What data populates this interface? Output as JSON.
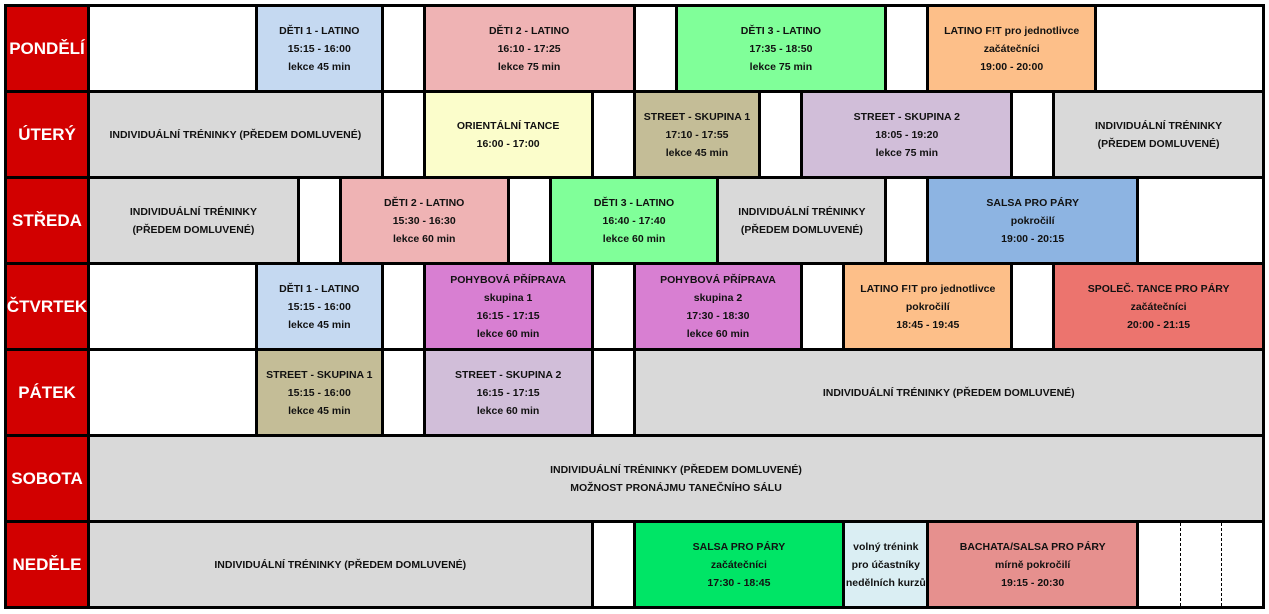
{
  "days": [
    {
      "name": "PONDĚLÍ",
      "cells": [
        {
          "lines": [
            "DĚTI 1 - LATINO",
            "15:15 - 16:00",
            "lekce 45 min"
          ],
          "color": "#c5d9f1"
        },
        {
          "lines": [
            "DĚTI 2 - LATINO",
            "16:10 - 17:25",
            "lekce 75 min"
          ],
          "color": "#efb3b4"
        },
        {
          "lines": [
            "DĚTI 3 - LATINO",
            "17:35 - 18:50",
            "lekce 75 min"
          ],
          "color": "#80ff99"
        },
        {
          "lines": [
            "LATINO F!T pro jednotlivce",
            "začátečníci",
            "19:00 - 20:00"
          ],
          "color": "#fdbf89"
        }
      ]
    },
    {
      "name": "ÚTERÝ",
      "cells": [
        {
          "lines": [
            "INDIVIDUÁLNÍ TRÉNINKY (PŘEDEM DOMLUVENÉ)"
          ],
          "color": "#d9d9d9"
        },
        {
          "lines": [
            "ORIENTÁLNÍ TANCE",
            "16:00 - 17:00"
          ],
          "color": "#fbfdcb"
        },
        {
          "lines": [
            "STREET - SKUPINA 1",
            "17:10 - 17:55",
            "lekce 45 min"
          ],
          "color": "#c4bd97"
        },
        {
          "lines": [
            "STREET - SKUPINA 2",
            "18:05 - 19:20",
            "lekce 75 min"
          ],
          "color": "#d1bed9"
        },
        {
          "lines": [
            "INDIVIDUÁLNÍ TRÉNINKY",
            "(PŘEDEM DOMLUVENÉ)"
          ],
          "color": "#d9d9d9"
        }
      ]
    },
    {
      "name": "STŘEDA",
      "cells": [
        {
          "lines": [
            "INDIVIDUÁLNÍ TRÉNINKY",
            "(PŘEDEM DOMLUVENÉ)"
          ],
          "color": "#d9d9d9"
        },
        {
          "lines": [
            "DĚTI 2 - LATINO",
            "15:30 - 16:30",
            "lekce 60 min"
          ],
          "color": "#efb3b4"
        },
        {
          "lines": [
            "DĚTI 3 - LATINO",
            "16:40 - 17:40",
            "lekce 60 min"
          ],
          "color": "#80ff99"
        },
        {
          "lines": [
            "INDIVIDUÁLNÍ TRÉNINKY",
            "(PŘEDEM DOMLUVENÉ)"
          ],
          "color": "#d9d9d9"
        },
        {
          "lines": [
            "SALSA PRO PÁRY",
            "pokročilí",
            "19:00 - 20:15"
          ],
          "color": "#8db4e2"
        }
      ]
    },
    {
      "name": "ČTVRTEK",
      "cells": [
        {
          "lines": [
            "DĚTI 1 - LATINO",
            "15:15 - 16:00",
            "lekce 45 min"
          ],
          "color": "#c5d9f1"
        },
        {
          "lines": [
            "POHYBOVÁ PŘÍPRAVA",
            "skupina 1",
            "16:15 - 17:15",
            "lekce 60 min"
          ],
          "color": "#d87fd2"
        },
        {
          "lines": [
            "POHYBOVÁ PŘÍPRAVA",
            "skupina 2",
            "17:30 - 18:30",
            "lekce 60 min"
          ],
          "color": "#d87fd2"
        },
        {
          "lines": [
            "LATINO F!T pro jednotlivce",
            "pokročilí",
            "18:45 - 19:45"
          ],
          "color": "#fdbf89"
        },
        {
          "lines": [
            "SPOLEČ. TANCE PRO PÁRY",
            "začátečníci",
            "20:00 - 21:15"
          ],
          "color": "#ec746e"
        }
      ]
    },
    {
      "name": "PÁTEK",
      "cells": [
        {
          "lines": [
            "STREET - SKUPINA 1",
            "15:15 - 16:00",
            "lekce 45 min"
          ],
          "color": "#c4bd97"
        },
        {
          "lines": [
            "STREET - SKUPINA 2",
            "16:15 - 17:15",
            "lekce 60 min"
          ],
          "color": "#d1bed9"
        },
        {
          "lines": [
            "INDIVIDUÁLNÍ TRÉNINKY (PŘEDEM DOMLUVENÉ)"
          ],
          "color": "#d9d9d9"
        }
      ]
    },
    {
      "name": "SOBOTA",
      "cells": [
        {
          "lines": [
            "INDIVIDUÁLNÍ TRÉNINKY (PŘEDEM DOMLUVENÉ)",
            "MOŽNOST PRONÁJMU TANEČNÍHO SÁLU"
          ],
          "color": "#d9d9d9"
        }
      ]
    },
    {
      "name": "NEDĚLE",
      "cells": [
        {
          "lines": [
            "INDIVIDUÁLNÍ TRÉNINKY (PŘEDEM DOMLUVENÉ)"
          ],
          "color": "#d9d9d9"
        },
        {
          "lines": [
            "SALSA PRO PÁRY",
            "začátečníci",
            "17:30 - 18:45"
          ],
          "color": "#00e566"
        },
        {
          "lines": [
            "volný trénink",
            "pro účastníky",
            "nedělních kurzů"
          ],
          "color": "#daeef3"
        },
        {
          "lines": [
            "BACHATA/SALSA PRO PÁRY",
            "mírně pokročilí",
            "19:15 - 20:30"
          ],
          "color": "#e6908e"
        }
      ]
    }
  ],
  "colors": {
    "day_label": "#d20000",
    "border": "#000000"
  }
}
